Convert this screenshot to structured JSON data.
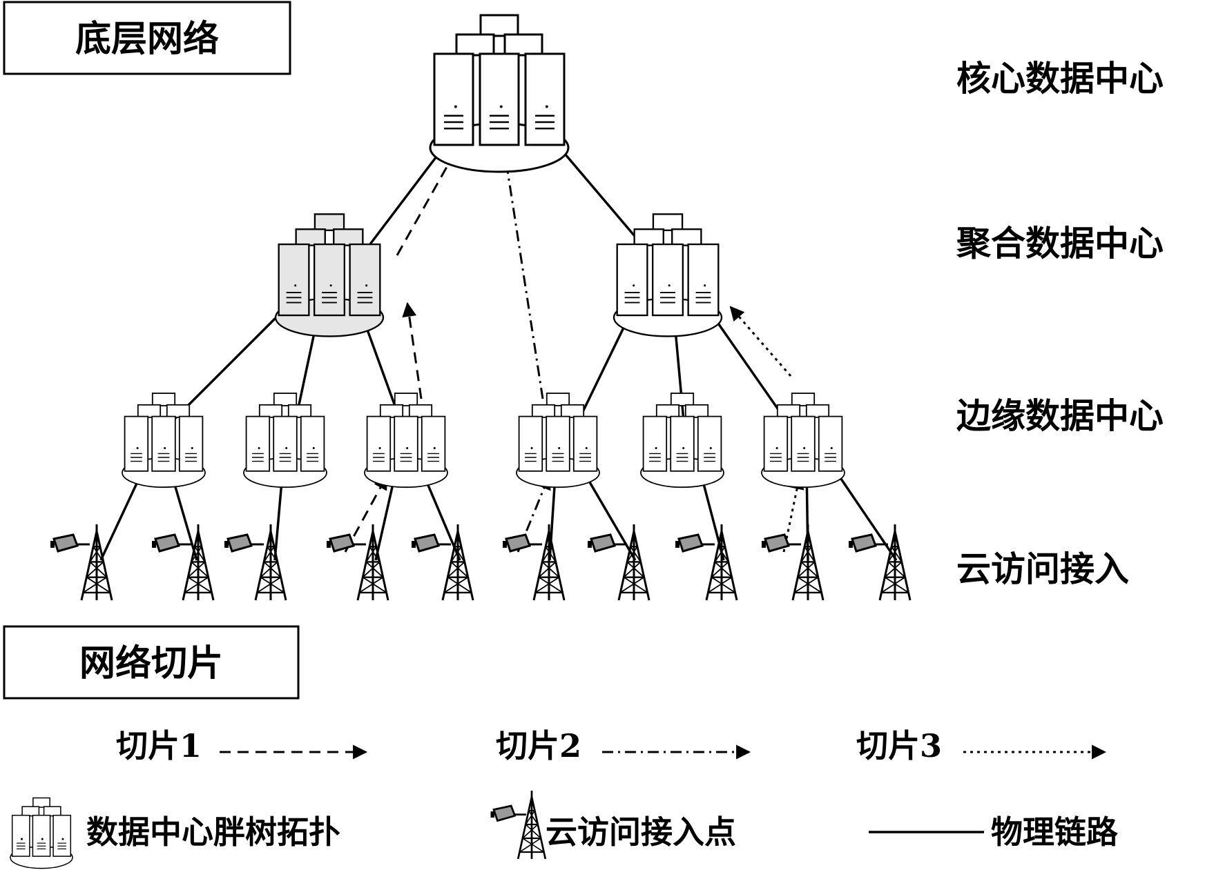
{
  "sections": {
    "underlay": "底层网络",
    "slicing": "网络切片"
  },
  "levels": {
    "core": "核心数据中心",
    "aggregation": "聚合数据中心",
    "edge": "边缘数据中心",
    "access": "云访问接入"
  },
  "legend": {
    "slice1": "切片1",
    "slice2": "切片2",
    "slice3": "切片3",
    "dc_fat_tree": "数据中心胖树拓扑",
    "cloud_access_point": "云访问接入点",
    "physical_link": "物理链路"
  },
  "styles": {
    "line_color": "#000000",
    "core_fill": "#ffffff",
    "aggregation_left_fill": "#e6e6e6",
    "aggregation_right_fill": "#ffffff",
    "device_fill": "#9a9a9a",
    "slice1_pattern": "dashed",
    "slice2_pattern": "dash-dot",
    "slice3_pattern": "dotted"
  }
}
